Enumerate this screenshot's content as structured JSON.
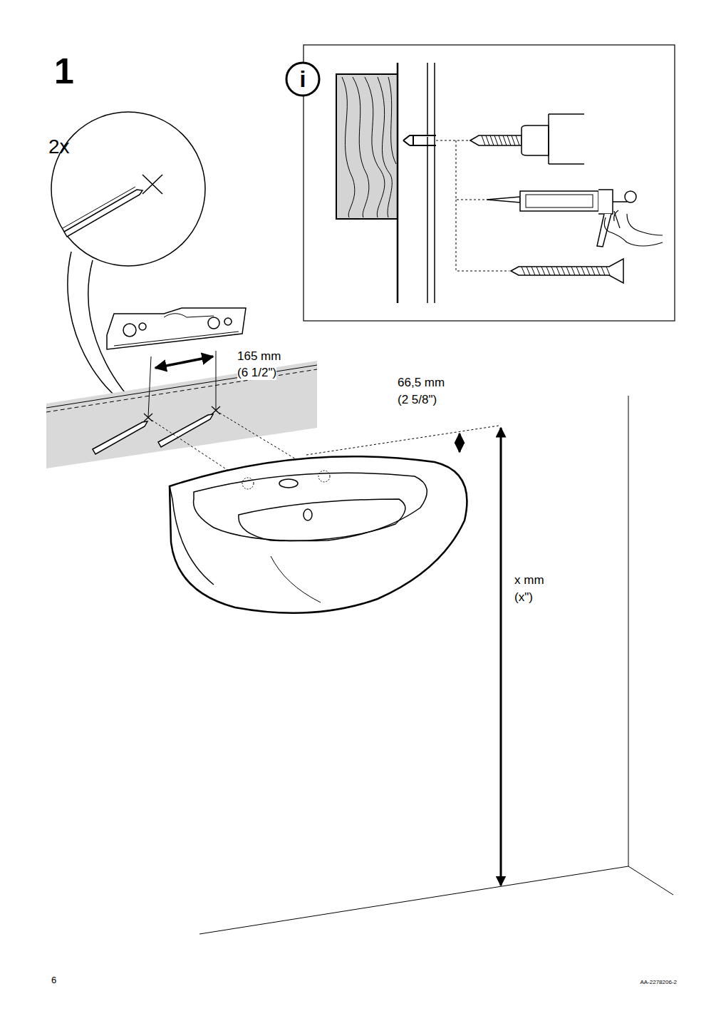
{
  "diagram": {
    "labels": [
      "1",
      "2x",
      "i",
      "165 mm",
      "(6 1/2\")",
      "66,5 mm",
      "(2 5/8\")",
      "x mm",
      "(x\")",
      "6",
      "AA-2278206-2"
    ]
  }
}
